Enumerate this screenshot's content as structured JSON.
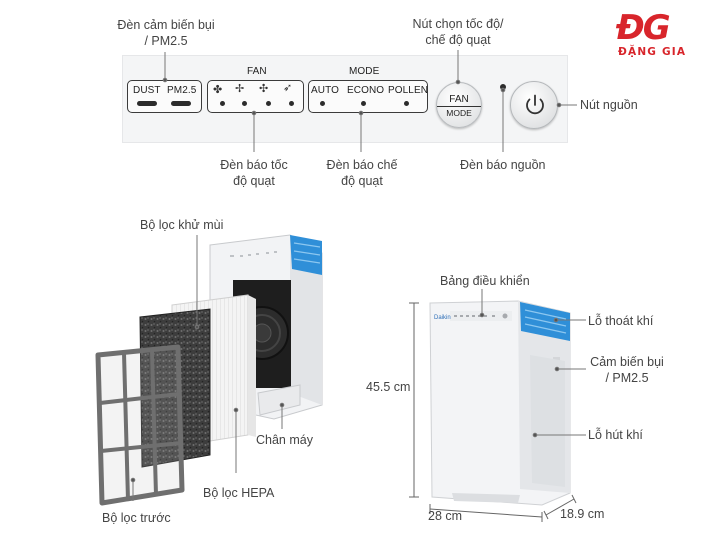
{
  "logo": {
    "mark": "ĐG",
    "name": "ĐẶNG GIA",
    "color": "#d8252b"
  },
  "colors": {
    "accent_blue": "#2f8fd8",
    "line": "#777777",
    "text": "#444444"
  },
  "panel": {
    "dust": "DUST",
    "pm25": "PM2.5",
    "fan_title": "FAN",
    "mode_title": "MODE",
    "mode_auto": "AUTO",
    "mode_econo": "ECONO",
    "mode_pollen": "POLLEN",
    "fan_button_top": "FAN",
    "fan_button_bottom": "MODE",
    "fan_icons": [
      "fan-speed-1-icon",
      "fan-speed-2-icon",
      "fan-speed-3-icon",
      "fan-turbo-icon"
    ],
    "power_icon": "power-icon"
  },
  "callouts": {
    "dust_sensor_light_1": "Đèn cảm biến bụi",
    "dust_sensor_light_2": "/ PM2.5",
    "speed_button_1": "Nút chọn tốc độ/",
    "speed_button_2": "chế độ quạt",
    "power_button": "Nút nguồn",
    "fan_speed_light_1": "Đèn báo tốc",
    "fan_speed_light_2": "độ quạt",
    "mode_light_1": "Đèn báo chế",
    "mode_light_2": "độ quạt",
    "power_light": "Đèn báo nguồn"
  },
  "exploded": {
    "deodorizing_filter": "Bộ lọc khử mùi",
    "base": "Chân máy",
    "hepa_filter": "Bộ lọc HEPA",
    "pre_filter": "Bộ lọc trước"
  },
  "device": {
    "control_panel": "Bảng điều khiển",
    "air_outlet": "Lỗ thoát khí",
    "sensor_1": "Cảm biến bụi",
    "sensor_2": "/ PM2.5",
    "air_inlet": "Lỗ hút khí",
    "height": "45.5 cm",
    "width": "28 cm",
    "depth": "18.9 cm",
    "brand_mark": "Daikin"
  }
}
